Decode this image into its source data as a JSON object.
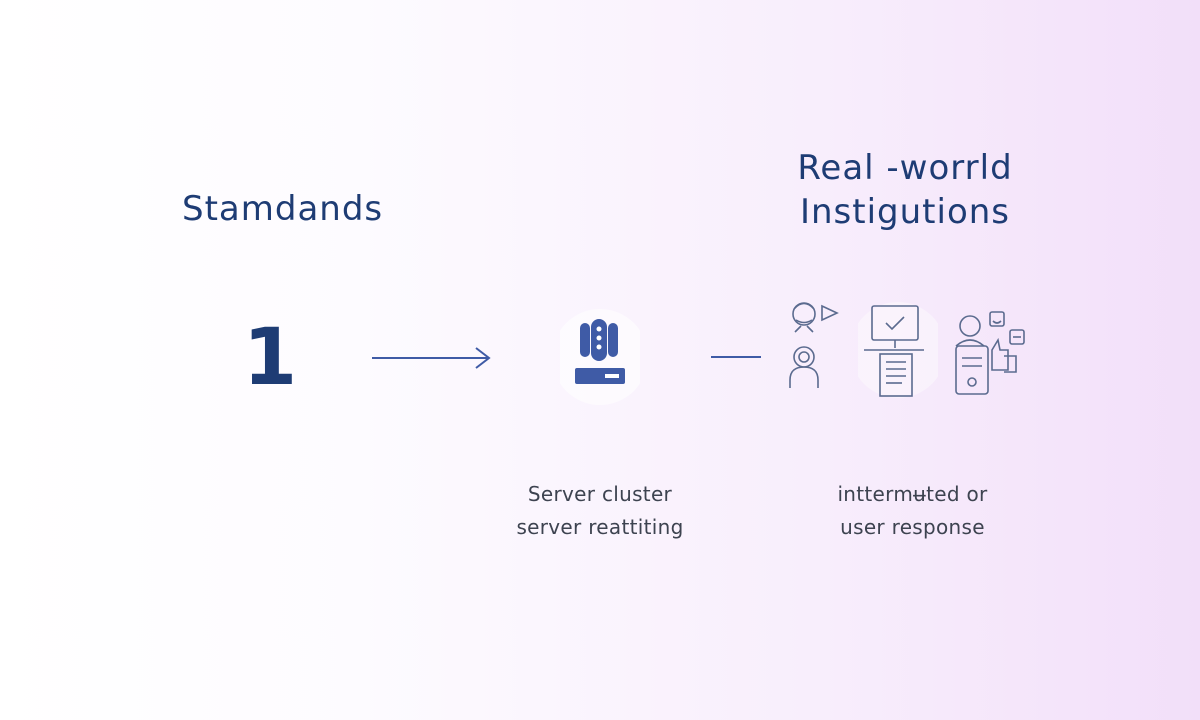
{
  "left_heading": "Stamdands",
  "right_heading": {
    "line1": "Real -worrld",
    "line2": "Instigutions"
  },
  "step_number": "1",
  "icons": {
    "server": "server-cluster-icon",
    "people": "user-avatars-icon",
    "checklist": "monitor-checklist-icon",
    "feedback": "user-feedback-icon",
    "arrow": "arrow-right-icon"
  },
  "captions": {
    "server": {
      "line1": "Server cluster",
      "line2": "server reattiting"
    },
    "response": {
      "line1": "inttermu̶ted or",
      "line2": "user response"
    }
  },
  "colors": {
    "heading": "#1e3c74",
    "accent_blue": "#3f5ba6",
    "icon_outline": "#5b6b8f",
    "caption_text": "#3d4350",
    "background_right": "#f2dff9"
  }
}
